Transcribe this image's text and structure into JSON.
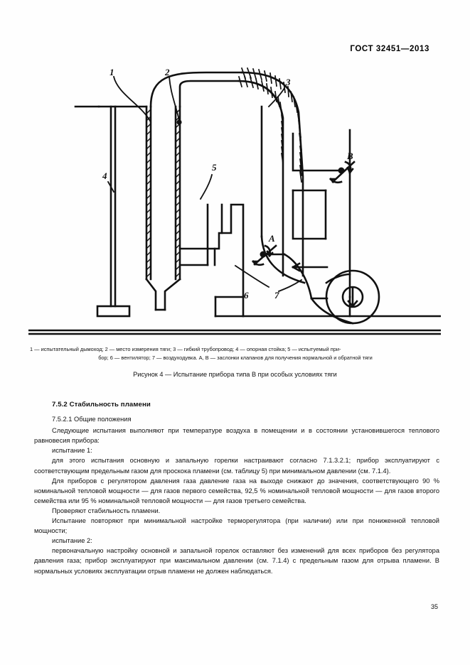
{
  "header": {
    "standard": "ГОСТ 32451—2013"
  },
  "figure": {
    "labels": {
      "l1": "1",
      "l2": "2",
      "l3": "3",
      "l4": "4",
      "l5": "5",
      "l6": "6",
      "l7": "7",
      "valve_a": "A",
      "valve_b": "B"
    },
    "legend_line1": "1 — испытательный дымоход; 2 — место измерения тяги; 3 — гибкий трубопровод; 4 — опорная стойка; 5 — испытуемый при-",
    "legend_line2": "бор; 6 — вентилятор; 7 — воздуходувка. A, B — заслонки клапанов для получения нормальной и обратной тяги",
    "caption": "Рисунок 4 — Испытание прибора типа В при особых условиях тяги"
  },
  "body": {
    "heading_752": "7.5.2  Стабильность пламени",
    "heading_7521": "7.5.2.1  Общие положения",
    "p1": "Следующие испытания выполняют при температуре воздуха в помещении и в состоянии установившегося теплового равновесия прибора:",
    "p2": "испытание 1:",
    "p3": "для этого испытания основную и запальную горелки настраивают согласно 7.1.3.2.1; прибор эксплуатируют с соответствующим предельным газом для проскока пламени (см. таблицу 5) при минимальном давлении (см. 7.1.4).",
    "p4": "Для приборов с регулятором давления газа давление газа на выходе снижают до значения, соответствующего 90 % номинальной тепловой мощности — для газов первого семейства, 92,5 % номинальной тепловой мощности — для газов второго семейства или 95 % номинальной тепловой мощности — для газов третьего семейства.",
    "p5": "Проверяют стабильность пламени.",
    "p6": "Испытание повторяют при минимальной настройке терморегулятора (при наличии) или при пониженной тепловой мощности;",
    "p7": "испытание 2:",
    "p8": "первоначальную настройку основной и запальной горелок оставляют без изменений для всех приборов без регулятора давления газа; прибор эксплуатируют при максимальном давлении (см. 7.1.4) с предельным газом для отрыва пламени. В нормальных условиях эксплуатации отрыв пламени не должен наблюдаться."
  },
  "footer": {
    "page_number": "35"
  }
}
